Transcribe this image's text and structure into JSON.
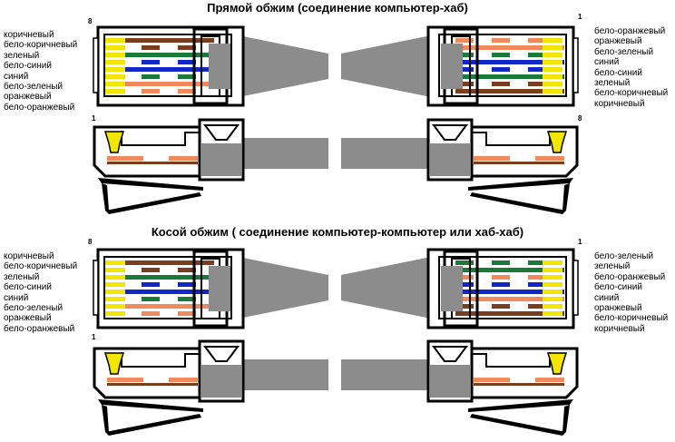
{
  "sections": [
    {
      "title": "Прямой обжим (соединение компьютер-хаб)",
      "left_labels": [
        "коричневый",
        "бело-коричневый",
        "зеленый",
        "бело-синий",
        "синий",
        "бело-зеленый",
        "оранжевый",
        "бело-оранжевый"
      ],
      "right_labels": [
        "бело-оранжевый",
        "оранжевый",
        "бело-зеленый",
        "синий",
        "бело-синий",
        "зеленый",
        "бело-коричневый",
        "коричневый"
      ],
      "pin_left_top": "8",
      "pin_left_bottom": "1",
      "pin_right_top": "1",
      "pin_right_bottom": "8"
    },
    {
      "title": "Косой обжим ( соединение компьютер-компьютер или хаб-хаб)",
      "left_labels": [
        "коричневый",
        "бело-коричневый",
        "зеленый",
        "бело-синий",
        "синий",
        "бело-зеленый",
        "оранжевый",
        "бело-оранжевый"
      ],
      "right_labels": [
        "бело-зеленый",
        "зеленый",
        "бело-оранжевый",
        "бело-синий",
        "синий",
        "оранжевый",
        "бело-коричневый",
        "коричневый"
      ],
      "pin_left_top": "8",
      "pin_left_bottom": "1",
      "pin_right_top": "1",
      "pin_right_bottom": ""
    }
  ],
  "colors": {
    "brown": "#7a3d1e",
    "orange": "#f08a5d",
    "green": "#1a7a3a",
    "blue": "#1028c8",
    "yellow": "#f2e600",
    "gray": "#8c8c8c",
    "white": "#ffffff",
    "black": "#000000"
  },
  "wire_codes": {
    "brown": [
      "brown",
      null
    ],
    "white-brown": [
      "white",
      "brown"
    ],
    "green": [
      "green",
      null
    ],
    "white-blue": [
      "white",
      "blue"
    ],
    "blue": [
      "blue",
      null
    ],
    "white-green": [
      "white",
      "green"
    ],
    "orange": [
      "orange",
      null
    ],
    "white-orange": [
      "white",
      "orange"
    ]
  },
  "wiring": {
    "left": [
      "brown",
      "white-brown",
      "green",
      "white-blue",
      "blue",
      "white-green",
      "orange",
      "white-orange"
    ],
    "right_straight": [
      "white-orange",
      "orange",
      "white-green",
      "blue",
      "white-blue",
      "green",
      "white-brown",
      "brown"
    ],
    "right_cross": [
      "white-green",
      "green",
      "white-orange",
      "white-blue",
      "blue",
      "orange",
      "white-brown",
      "brown"
    ]
  }
}
